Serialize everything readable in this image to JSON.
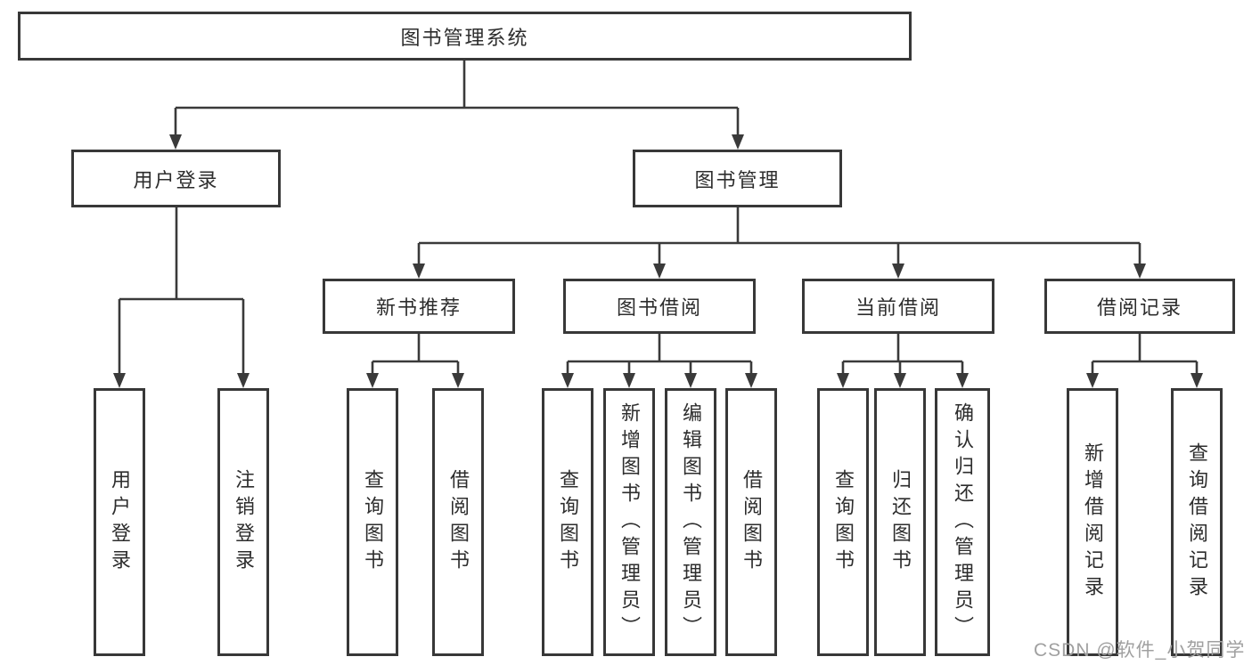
{
  "diagram": {
    "root": {
      "label": "图书管理系统"
    },
    "branches": [
      {
        "label": "用户登录",
        "children": [
          {
            "label": "用户登录"
          },
          {
            "label": "注销登录"
          }
        ]
      },
      {
        "label": "图书管理",
        "children": [
          {
            "label": "新书推荐",
            "children": [
              {
                "label": "查询图书"
              },
              {
                "label": "借阅图书"
              }
            ]
          },
          {
            "label": "图书借阅",
            "children": [
              {
                "label": "查询图书"
              },
              {
                "label": "新增图书（管理员）"
              },
              {
                "label": "编辑图书（管理员）"
              },
              {
                "label": "借阅图书"
              }
            ]
          },
          {
            "label": "当前借阅",
            "children": [
              {
                "label": "查询图书"
              },
              {
                "label": "归还图书"
              },
              {
                "label": "确认归还（管理员）"
              }
            ]
          },
          {
            "label": "借阅记录",
            "children": [
              {
                "label": "新增借阅记录"
              },
              {
                "label": "查询借阅记录"
              }
            ]
          }
        ]
      }
    ]
  },
  "watermark": {
    "text": "CSDN @软件_小贺同学"
  },
  "colors": {
    "line": "#3a3a3a",
    "text": "#2d2d2d",
    "background": "#ffffff",
    "watermark": "#a0a0a0"
  }
}
